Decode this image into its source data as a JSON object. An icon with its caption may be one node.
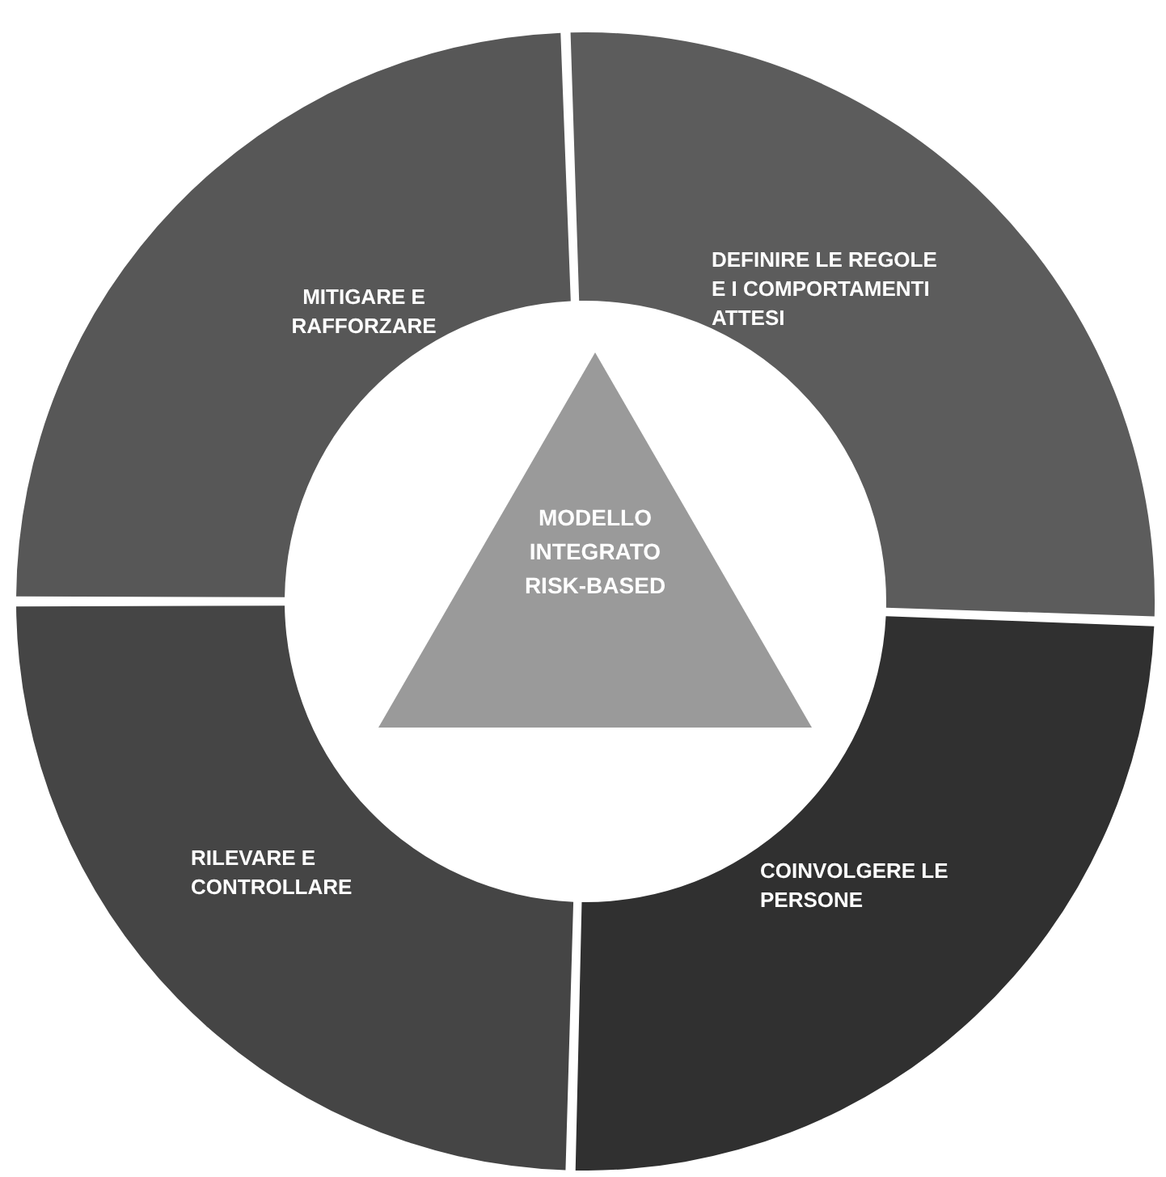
{
  "diagram": {
    "nodes": [
      {
        "text": [
          "MITIGARE E RAFFORZARE"
        ]
      },
      {
        "text": [
          "DEFINIRE LE REGOLE E I COMPORTAMENTI ATTESI"
        ]
      },
      {
        "text": [
          "COINVOLGERE LE PERSONE"
        ]
      },
      {
        "text": [
          "RILEVARE E CONTROLLARE"
        ]
      },
      {
        "text": [
          "MODELLO INTEGRATO RISK-BASED"
        ]
      }
    ]
  }
}
